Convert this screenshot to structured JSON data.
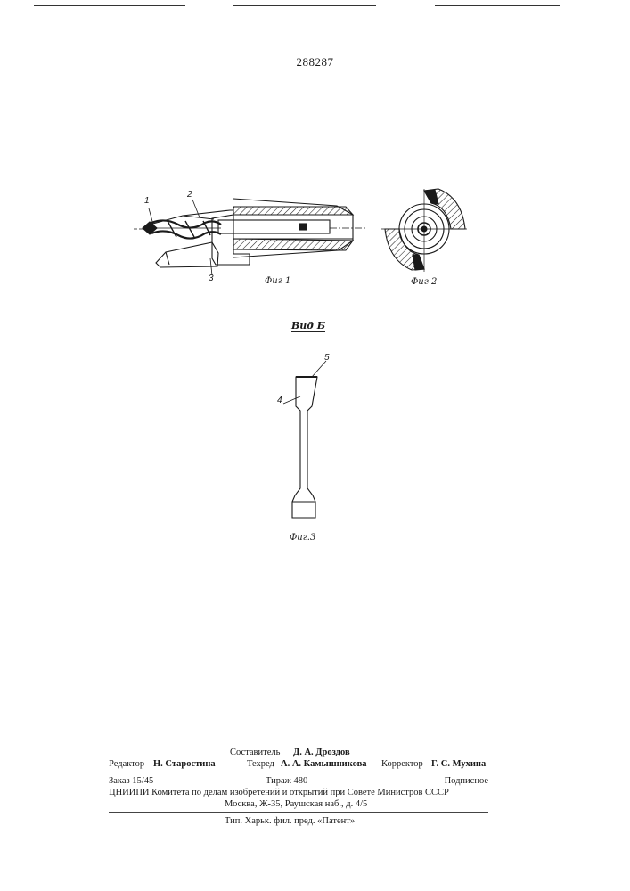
{
  "document": {
    "patent_number": "288287"
  },
  "figures": {
    "fig1_caption": "Фиг 1",
    "fig2_caption": "Фиг 2",
    "fig3_caption": "Фиг.3",
    "view_title": "Вид Б",
    "part_labels": {
      "p1": "1",
      "p2": "2",
      "p3": "3",
      "p4": "4",
      "p5": "5"
    }
  },
  "colophon": {
    "compiler_label": "Составитель",
    "compiler_name": "Д. А. Дроздов",
    "editor_label": "Редактор",
    "editor_name": "Н. Старостина",
    "techred_label": "Техред",
    "techred_name": "А. А. Камышникова",
    "corrector_label": "Корректор",
    "corrector_name": "Г. С. Мухина",
    "order": "Заказ 15/45",
    "circulation": "Тираж 480",
    "subscription": "Подписное",
    "institute": "ЦНИИПИ Комитета по делам изобретений и открытий при Совете Министров СССР",
    "address": "Москва, Ж-35, Раушская наб., д. 4/5",
    "printer": "Тип. Харьк. фил. пред. «Патент»"
  }
}
